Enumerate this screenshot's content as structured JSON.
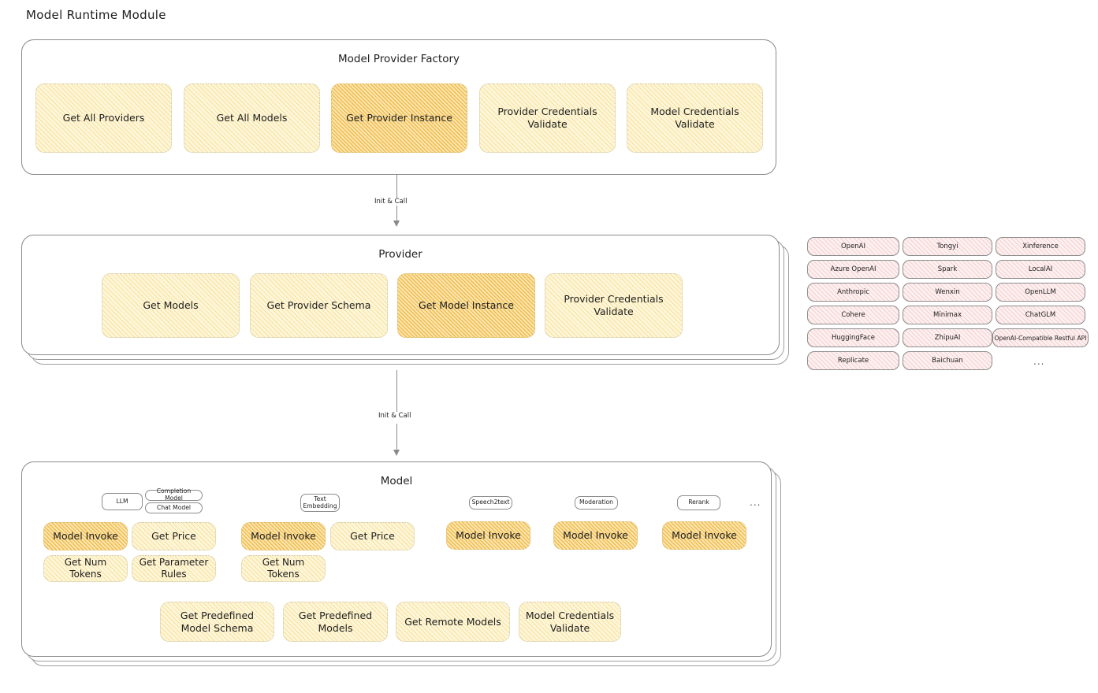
{
  "page": {
    "title": "Model Runtime Module",
    "ellipsis": "..."
  },
  "factory": {
    "title": "Model Provider Factory",
    "methods": [
      {
        "label": "Get All Providers",
        "highlight": false
      },
      {
        "label": "Get All Models",
        "highlight": false
      },
      {
        "label": "Get Provider Instance",
        "highlight": true
      },
      {
        "label": "Provider Credentials Validate",
        "highlight": false
      },
      {
        "label": "Model Credentials Validate",
        "highlight": false
      }
    ]
  },
  "arrows": {
    "factory_to_provider": "Init & Call",
    "provider_to_model": "Init & Call"
  },
  "provider": {
    "title": "Provider",
    "methods": [
      {
        "label": "Get Models",
        "highlight": false
      },
      {
        "label": "Get Provider Schema",
        "highlight": false
      },
      {
        "label": "Get Model Instance",
        "highlight": true
      },
      {
        "label": "Provider Credentials Validate",
        "highlight": false
      }
    ]
  },
  "provider_list": {
    "columns": [
      [
        "OpenAI",
        "Azure OpenAI",
        "Anthropic",
        "Cohere",
        "HuggingFace",
        "Replicate"
      ],
      [
        "Tongyi",
        "Spark",
        "Wenxin",
        "Minimax",
        "ZhipuAI",
        "Baichuan"
      ],
      [
        "Xinference",
        "LocalAI",
        "OpenLLM",
        "ChatGLM",
        "OpenAI-Compatible Restful API"
      ]
    ],
    "more": "..."
  },
  "model": {
    "title": "Model",
    "types": [
      {
        "tag": "LLM",
        "tag_highlight": true,
        "subtags": [
          "Completion Model",
          "Chat Model"
        ],
        "methods": [
          {
            "label": "Model Invoke",
            "highlight": true
          },
          {
            "label": "Get Price",
            "highlight": false
          },
          {
            "label": "Get Num Tokens",
            "highlight": false
          },
          {
            "label": "Get Parameter Rules",
            "highlight": false
          }
        ]
      },
      {
        "tag": "Text Embedding",
        "tag_highlight": true,
        "subtags": [],
        "methods": [
          {
            "label": "Model Invoke",
            "highlight": true
          },
          {
            "label": "Get Price",
            "highlight": false
          },
          {
            "label": "Get Num Tokens",
            "highlight": false
          }
        ]
      },
      {
        "tag": "Speech2text",
        "tag_highlight": false,
        "subtags": [],
        "methods": [
          {
            "label": "Model Invoke",
            "highlight": true
          }
        ]
      },
      {
        "tag": "Moderation",
        "tag_highlight": false,
        "subtags": [],
        "methods": [
          {
            "label": "Model Invoke",
            "highlight": true
          }
        ]
      },
      {
        "tag": "Rerank",
        "tag_highlight": true,
        "subtags": [],
        "methods": [
          {
            "label": "Model Invoke",
            "highlight": true
          }
        ]
      }
    ],
    "more": "...",
    "common_methods": [
      "Get Predefined Model Schema",
      "Get Predefined Models",
      "Get Remote Models",
      "Model Credentials Validate"
    ]
  },
  "colors": {
    "hatch_light": "#fdf6da",
    "hatch_dark": "#fbe5b4",
    "hatch_pink": "#fdf0f0",
    "hatch_blue": "#eaf3fb",
    "stroke": "#868686",
    "text": "#1e1e1e"
  }
}
